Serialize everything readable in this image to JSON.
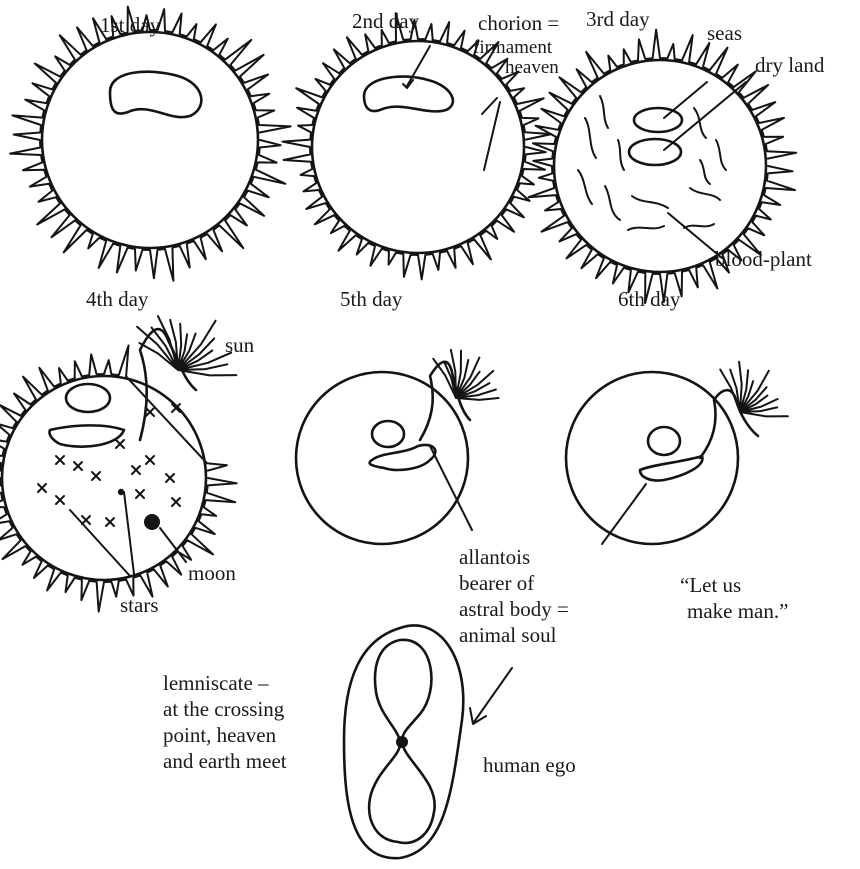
{
  "labels": {
    "day1": "1st day",
    "day2": "2nd day",
    "day3": "3rd day",
    "day4": "4th day",
    "day5": "5th day",
    "day6": "6th day",
    "chorion_1": "chorion =",
    "chorion_2": "firmament",
    "chorion_3": "heaven",
    "seas": "seas",
    "dry_land": "dry land",
    "blood_plant": "blood-plant",
    "sun": "sun",
    "moon": "moon",
    "stars": "stars",
    "allantois_1": "allantois",
    "allantois_2": "bearer of",
    "allantois_3": "astral body =",
    "allantois_4": "animal soul",
    "let_us_1": "“Let us",
    "let_us_2": "make man.”",
    "lemniscate_1": "lemniscate –",
    "lemniscate_2": "at the crossing",
    "lemniscate_3": "point, heaven",
    "lemniscate_4": "and earth meet",
    "human_ego": "human ego"
  }
}
